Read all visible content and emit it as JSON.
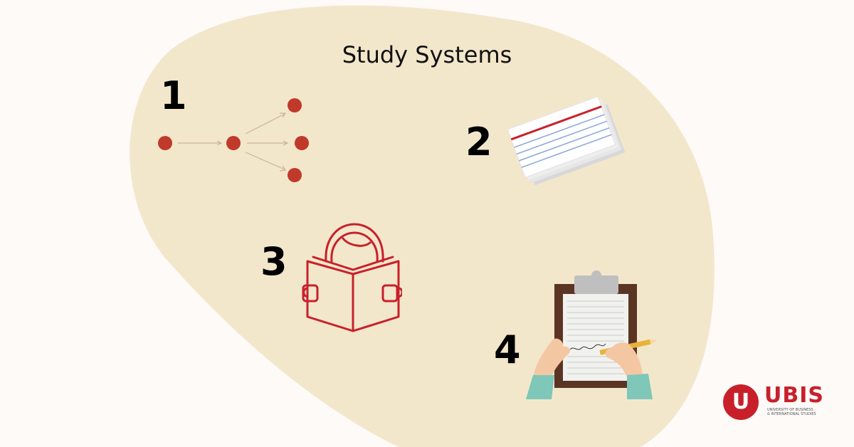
{
  "title": "Study Systems",
  "steps": [
    {
      "number": "1",
      "icon": "mind-map-icon"
    },
    {
      "number": "2",
      "icon": "index-cards-icon"
    },
    {
      "number": "3",
      "icon": "reading-person-icon"
    },
    {
      "number": "4",
      "icon": "clipboard-signing-icon"
    }
  ],
  "logo": {
    "mark": "U",
    "word": "UBIS",
    "tagline_1": "University of Business",
    "tagline_2": "& International Studies"
  },
  "colors": {
    "background": "#fdfaf8",
    "blob": "#f3e7cb",
    "accent_red": "#c8202b",
    "dot_red": "#c0392b",
    "text": "#111111"
  }
}
